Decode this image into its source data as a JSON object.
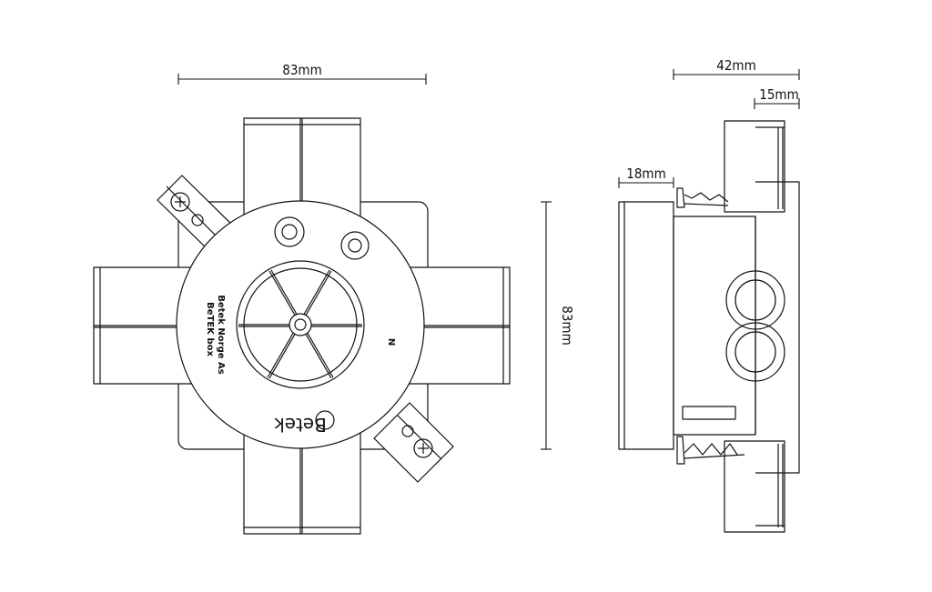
{
  "dimensions": {
    "front_width": "83mm",
    "front_height": "83mm",
    "side_depth": "42mm",
    "side_flange": "15mm",
    "side_cover": "18mm"
  },
  "labels": {
    "product_line1": "BeTEK box",
    "product_line2": "Betek Norge As",
    "brand": "Betek",
    "north_mark": "N"
  },
  "colors": {
    "line": "#111111",
    "background": "#ffffff"
  }
}
